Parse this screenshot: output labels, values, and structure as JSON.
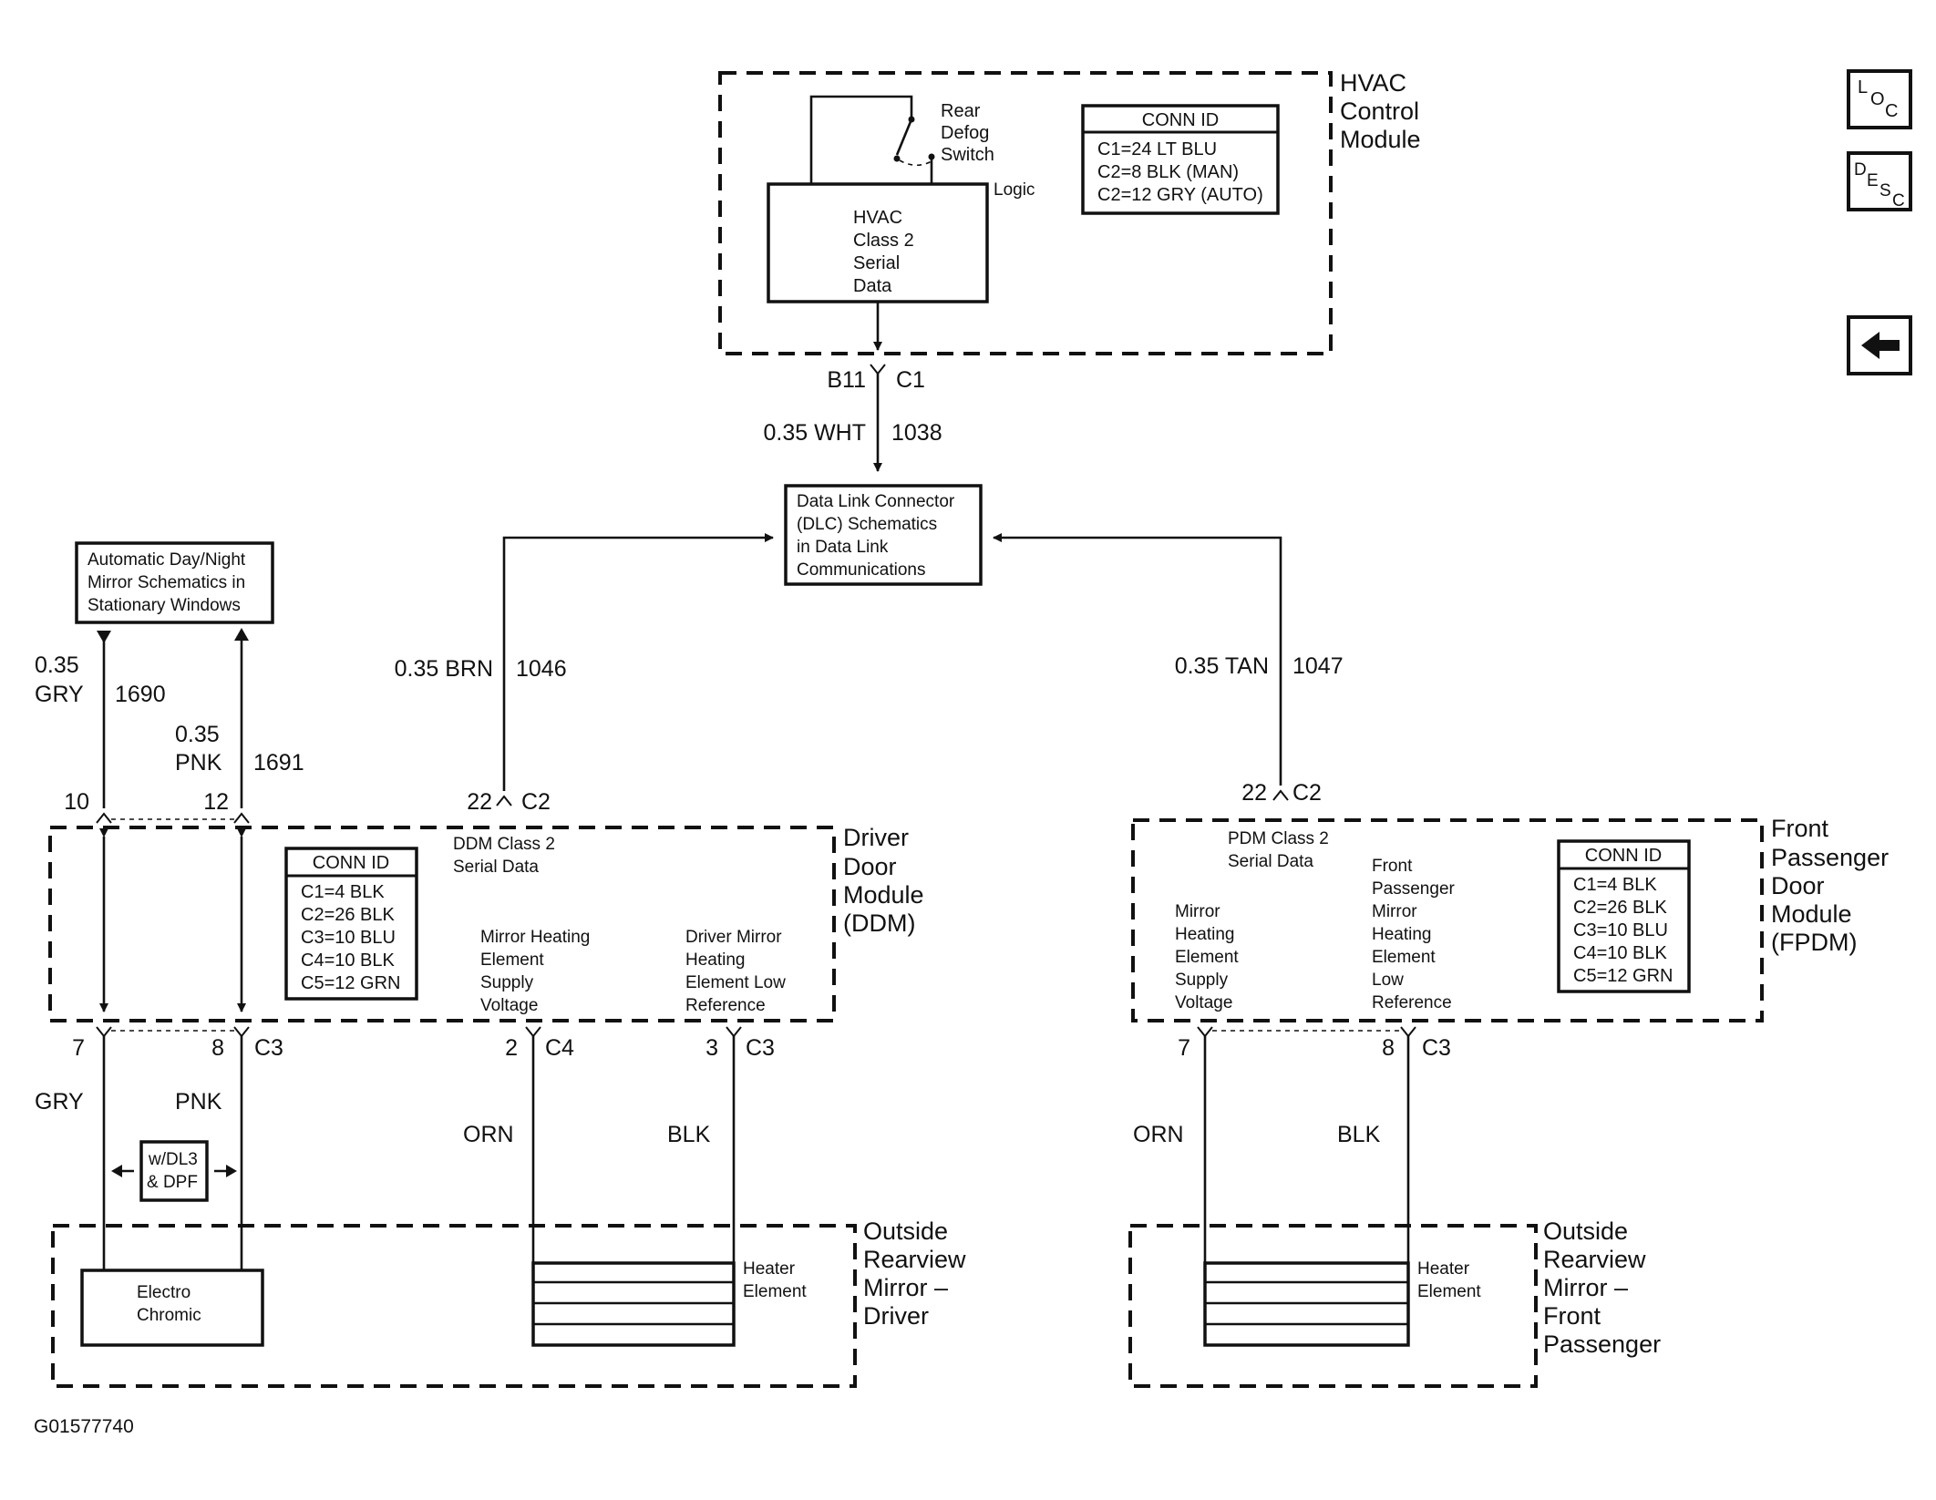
{
  "nav": {
    "loc_label": "LOC",
    "desc_label": "DESC",
    "back_icon": "left-arrow-icon"
  },
  "hvac": {
    "title": [
      "HVAC",
      "Control",
      "Module"
    ],
    "switch_label": [
      "Rear",
      "Defog",
      "Switch"
    ],
    "logic_label": "Logic",
    "serial_box": [
      "HVAC",
      "Class 2",
      "Serial",
      "Data"
    ],
    "conn_title": "CONN ID",
    "conn_rows": [
      "C1=24 LT BLU",
      "C2=8 BLK (MAN)",
      "C2=12 GRY (AUTO)"
    ],
    "pin": "B11",
    "conn": "C1"
  },
  "wires": {
    "hvac_dlc": {
      "gauge": "0.35 WHT",
      "circuit": "1038"
    },
    "ddm_dlc": {
      "gauge": "0.35 BRN",
      "circuit": "1046"
    },
    "fpdm_dlc": {
      "gauge": "0.35 TAN",
      "circuit": "1047"
    },
    "gry": {
      "gauge": "0.35",
      "color": "GRY",
      "circuit": "1690"
    },
    "pnk": {
      "gauge": "0.35",
      "color": "PNK",
      "circuit": "1691"
    }
  },
  "dlc": {
    "lines": [
      "Data Link Connector",
      "(DLC) Schematics",
      "in Data Link",
      "Communications"
    ]
  },
  "mirror_ref": {
    "lines": [
      "Automatic Day/Night",
      "Mirror Schematics in",
      "Stationary Windows"
    ]
  },
  "ddm": {
    "title": [
      "Driver",
      "Door",
      "Module",
      "(DDM)"
    ],
    "serial_label": [
      "DDM Class 2",
      "Serial Data"
    ],
    "heat_supply_label": [
      "Mirror Heating",
      "Element",
      "Supply",
      "Voltage"
    ],
    "heat_low_label": [
      "Driver Mirror",
      "Heating",
      "Element Low",
      "Reference"
    ],
    "conn_title": "CONN ID",
    "conn_rows": [
      "C1=4 BLK",
      "C2=26 BLK",
      "C3=10 BLU",
      "C4=10 BLK",
      "C5=12 GRN"
    ],
    "top_pins": {
      "p10": "10",
      "p12": "12",
      "p22": "22",
      "c2": "C2"
    },
    "bottom_pins": {
      "p7": "7",
      "p8": "8",
      "c3a": "C3",
      "p2": "2",
      "c4": "C4",
      "p3": "3",
      "c3b": "C3"
    }
  },
  "fpdm": {
    "title": [
      "Front",
      "Passenger",
      "Door",
      "Module",
      "(FPDM)"
    ],
    "serial_label": [
      "PDM Class 2",
      "Serial Data"
    ],
    "heat_supply_label": [
      "Mirror",
      "Heating",
      "Element",
      "Supply",
      "Voltage"
    ],
    "heat_low_label": [
      "Front",
      "Passenger",
      "Mirror",
      "Heating",
      "Element",
      "Low",
      "Reference"
    ],
    "conn_title": "CONN ID",
    "conn_rows": [
      "C1=4 BLK",
      "C2=26 BLK",
      "C3=10 BLU",
      "C4=10 BLK",
      "C5=12 GRN"
    ],
    "top_pins": {
      "p22": "22",
      "c2": "C2"
    },
    "bottom_pins": {
      "p7": "7",
      "p8": "8",
      "c3": "C3"
    }
  },
  "bottom_wires": {
    "gry": "GRY",
    "pnk": "PNK",
    "ddm_orn": "ORN",
    "ddm_blk": "BLK",
    "fpdm_orn": "ORN",
    "fpdm_blk": "BLK"
  },
  "option_box": [
    "w/DL3",
    "& DPF"
  ],
  "driver_mirror": {
    "title": [
      "Outside",
      "Rearview",
      "Mirror –",
      "Driver"
    ],
    "electro_box": [
      "Electro",
      "Chromic"
    ],
    "heater_label": [
      "Heater",
      "Element"
    ]
  },
  "passenger_mirror": {
    "title": [
      "Outside",
      "Rearview",
      "Mirror –",
      "Front",
      "Passenger"
    ],
    "heater_label": [
      "Heater",
      "Element"
    ]
  },
  "figure_id": "G01577740"
}
